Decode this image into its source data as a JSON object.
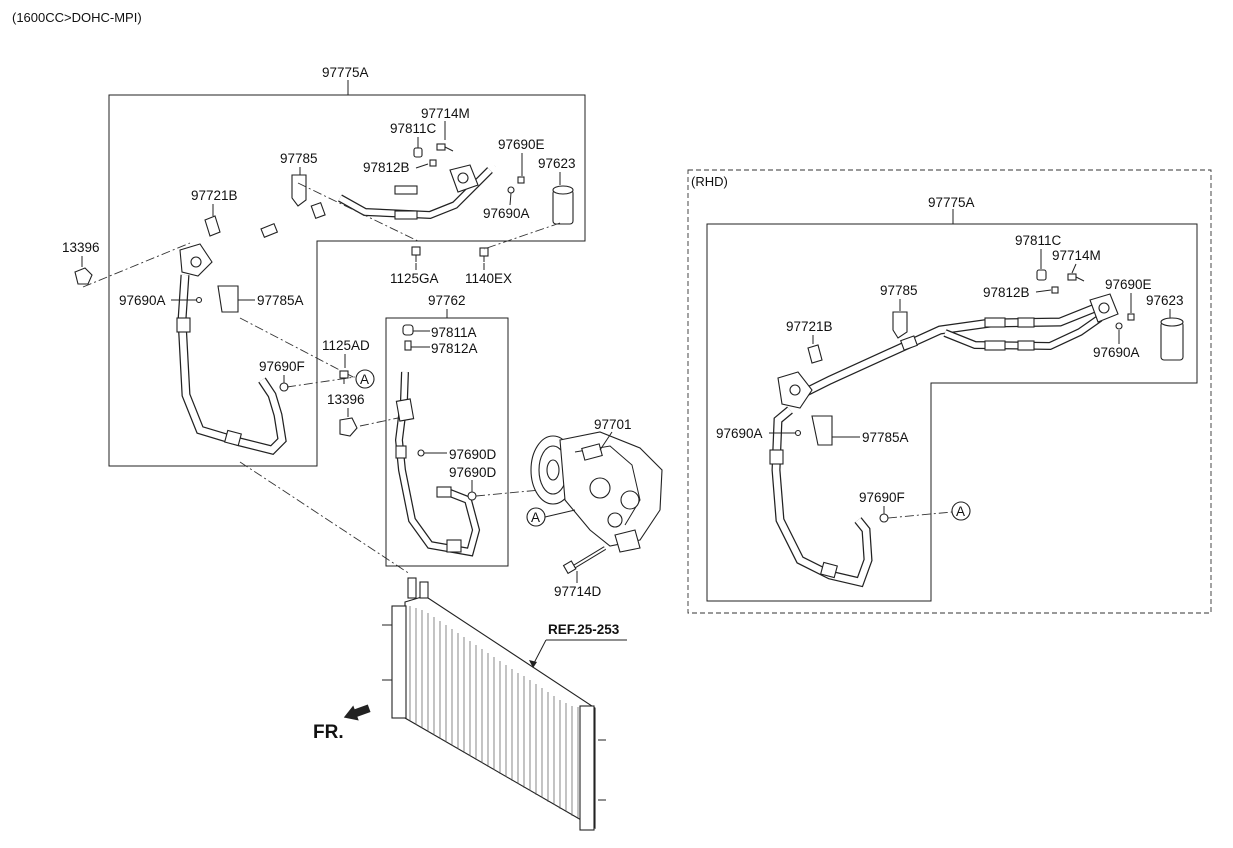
{
  "header": {
    "engine_note": "(1600CC>DOHC-MPI)"
  },
  "lhd": {
    "assembly_label": "97775A",
    "parts": {
      "p97714M": "97714M",
      "p97811C": "97811C",
      "p97812B": "97812B",
      "p97690E": "97690E",
      "p97623": "97623",
      "p97690A_top": "97690A",
      "p97785": "97785",
      "p97721B": "97721B",
      "p13396_a": "13396",
      "p97690A_left": "97690A",
      "p97785A": "97785A",
      "p1125GA": "1125GA",
      "p1140EX": "1140EX",
      "p1125AD": "1125AD",
      "p97690F": "97690F",
      "p13396_b": "13396"
    }
  },
  "discharge": {
    "assembly_label": "97762",
    "parts": {
      "p97811A": "97811A",
      "p97812A": "97812A",
      "p97690D_a": "97690D",
      "p97690D_b": "97690D"
    }
  },
  "compressor": {
    "p97701": "97701",
    "p97714D": "97714D",
    "marker": "A"
  },
  "condenser": {
    "ref": "REF.25-253",
    "front": "FR."
  },
  "lhd_marker": "A",
  "rhd": {
    "title": "(RHD)",
    "assembly_label": "97775A",
    "parts": {
      "p97811C": "97811C",
      "p97714M": "97714M",
      "p97690E": "97690E",
      "p97623": "97623",
      "p97812B": "97812B",
      "p97785": "97785",
      "p97721B": "97721B",
      "p97690A_right": "97690A",
      "p97690A_left": "97690A",
      "p97785A": "97785A",
      "p97690F": "97690F"
    },
    "marker": "A"
  }
}
